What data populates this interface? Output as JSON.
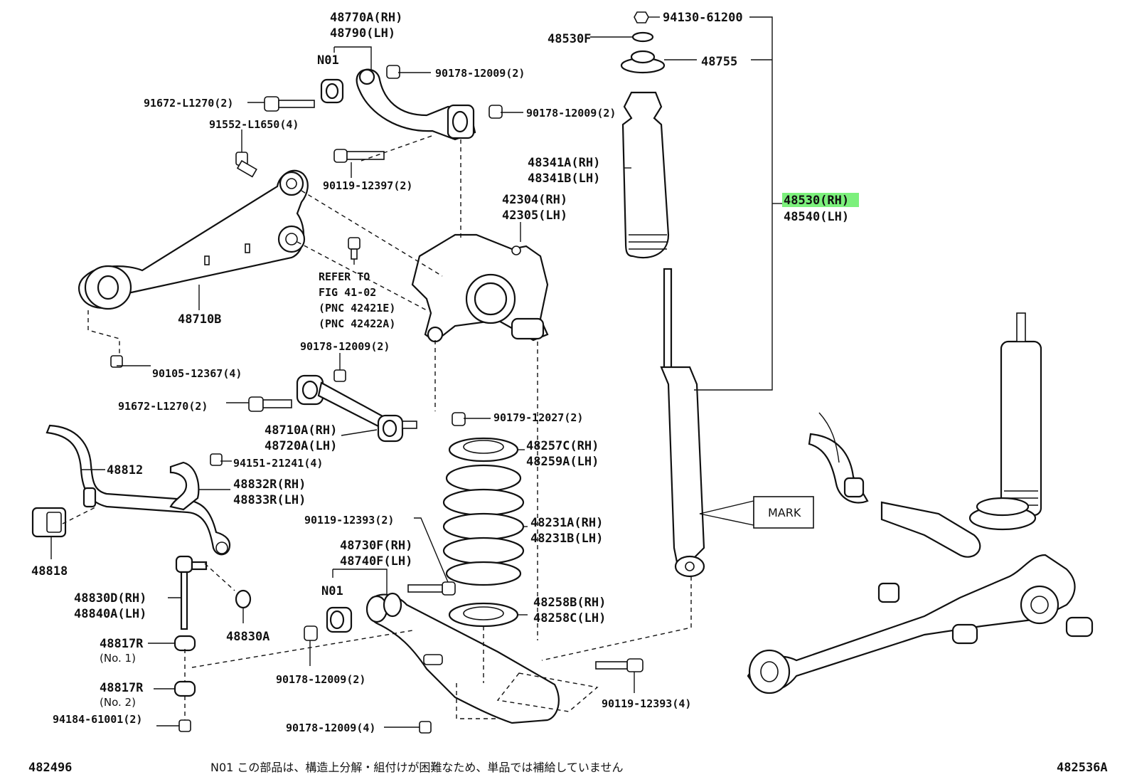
{
  "labels": {
    "p_48770a": "48770A(RH)",
    "p_48790": "48790(LH)",
    "p_n01_top": "N01",
    "p_90178_a": "90178-12009(2)",
    "p_91672_a": "91672-L1270(2)",
    "p_90178_b": "90178-12009(2)",
    "p_91552": "91552-L1650(4)",
    "p_90119_a": "90119-12397(2)",
    "p_42304": "42304(RH)",
    "p_42305": "42305(LH)",
    "p_refer1": "REFER TO",
    "p_refer2": "FIG 41-02",
    "p_refer3": "(PNC 42421E)",
    "p_refer4": "(PNC 42422A)",
    "p_48710b": "48710B",
    "p_90178_c": "90178-12009(2)",
    "p_90105": "90105-12367(4)",
    "p_91672_b": "91672-L1270(2)",
    "p_90179": "90179-12027(2)",
    "p_48710a": "48710A(RH)",
    "p_48720a": "48720A(LH)",
    "p_48257c": "48257C(RH)",
    "p_48259a": "48259A(LH)",
    "p_48812": "48812",
    "p_94151": "94151-21241(4)",
    "p_48832r": "48832R(RH)",
    "p_48833r": "48833R(LH)",
    "p_90119_b": "90119-12393(2)",
    "p_48231a": "48231A(RH)",
    "p_48231b": "48231B(LH)",
    "p_48730f": "48730F(RH)",
    "p_48740f": "48740F(LH)",
    "p_48818": "48818",
    "p_48830d": "48830D(RH)",
    "p_48840a": "48840A(LH)",
    "p_n01_bottom": "N01",
    "p_48830a": "48830A",
    "p_48258b": "48258B(RH)",
    "p_48258c": "48258C(LH)",
    "p_48817r_1": "48817R",
    "p_no1": "(No. 1)",
    "p_90178_d": "90178-12009(2)",
    "p_48817r_2": "48817R",
    "p_no2": "(No. 2)",
    "p_94184": "94184-61001(2)",
    "p_90178_e": "90178-12009(4)",
    "p_90119_c": "90119-12393(4)",
    "p_94130": "94130-61200",
    "p_48530f": "48530F",
    "p_48755": "48755",
    "p_48341a": "48341A(RH)",
    "p_48341b": "48341B(LH)",
    "p_48530_highlight": "48530(RH)",
    "p_48540": "48540(LH)",
    "p_mark": "MARK"
  },
  "footer": {
    "left_code": "482496",
    "note": "N01 この部品は、構造上分解・組付けが困難なため、単品では補給していません",
    "right_code": "482536A"
  },
  "colors": {
    "highlight": "#7cf07c",
    "line": "#111111",
    "background": "#ffffff"
  }
}
